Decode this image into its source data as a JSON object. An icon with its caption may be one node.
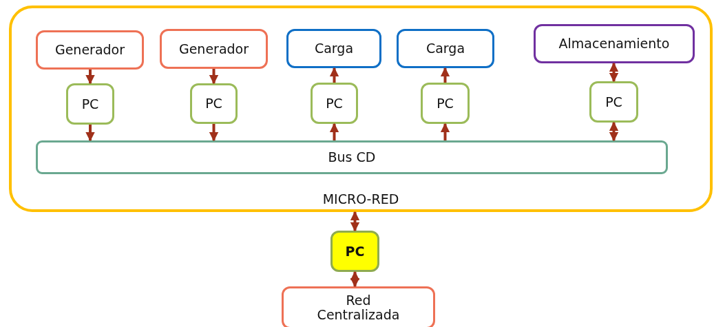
{
  "diagram": {
    "nodes": [
      {
        "text": [
          "MICRO-RED"
        ]
      },
      {
        "text": [
          "Generador"
        ],
        "in": 0
      },
      {
        "text": [
          "Generador"
        ],
        "in": 0
      },
      {
        "text": [
          "Carga"
        ],
        "in": 0
      },
      {
        "text": [
          "Carga"
        ],
        "in": 0
      },
      {
        "text": [
          "Almacenamiento"
        ],
        "in": 0
      },
      {
        "text": [
          "PC"
        ],
        "in": 0
      },
      {
        "text": [
          "PC"
        ],
        "in": 0
      },
      {
        "text": [
          "PC"
        ],
        "in": 0
      },
      {
        "text": [
          "PC"
        ],
        "in": 0
      },
      {
        "text": [
          "PC"
        ],
        "in": 0
      },
      {
        "text": [
          "Bus CD"
        ],
        "in": 0
      },
      {
        "text": [
          "PC"
        ]
      },
      {
        "text": [
          "Red Centralizada"
        ]
      }
    ],
    "edges": [
      {
        "from": 1,
        "to": 6,
        "arrow": "to"
      },
      {
        "from": 6,
        "to": 11,
        "arrow": "to"
      },
      {
        "from": 2,
        "to": 7,
        "arrow": "to"
      },
      {
        "from": 7,
        "to": 11,
        "arrow": "to"
      },
      {
        "from": 8,
        "to": 3,
        "arrow": "to"
      },
      {
        "from": 11,
        "to": 8,
        "arrow": "to"
      },
      {
        "from": 9,
        "to": 4,
        "arrow": "to"
      },
      {
        "from": 11,
        "to": 9,
        "arrow": "to"
      },
      {
        "from": 5,
        "to": 10,
        "arrow": "both"
      },
      {
        "from": 10,
        "to": 11,
        "arrow": "both"
      },
      {
        "from": 0,
        "to": 12,
        "arrow": "both"
      },
      {
        "from": 12,
        "to": 13,
        "arrow": "both"
      }
    ]
  }
}
